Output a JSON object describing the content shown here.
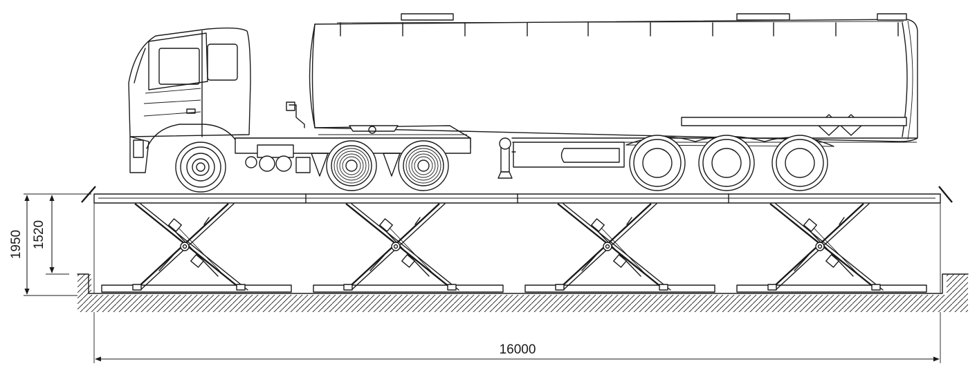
{
  "dimensions": {
    "overall_height": "1950",
    "platform_height": "1520",
    "overall_length": "16000"
  }
}
